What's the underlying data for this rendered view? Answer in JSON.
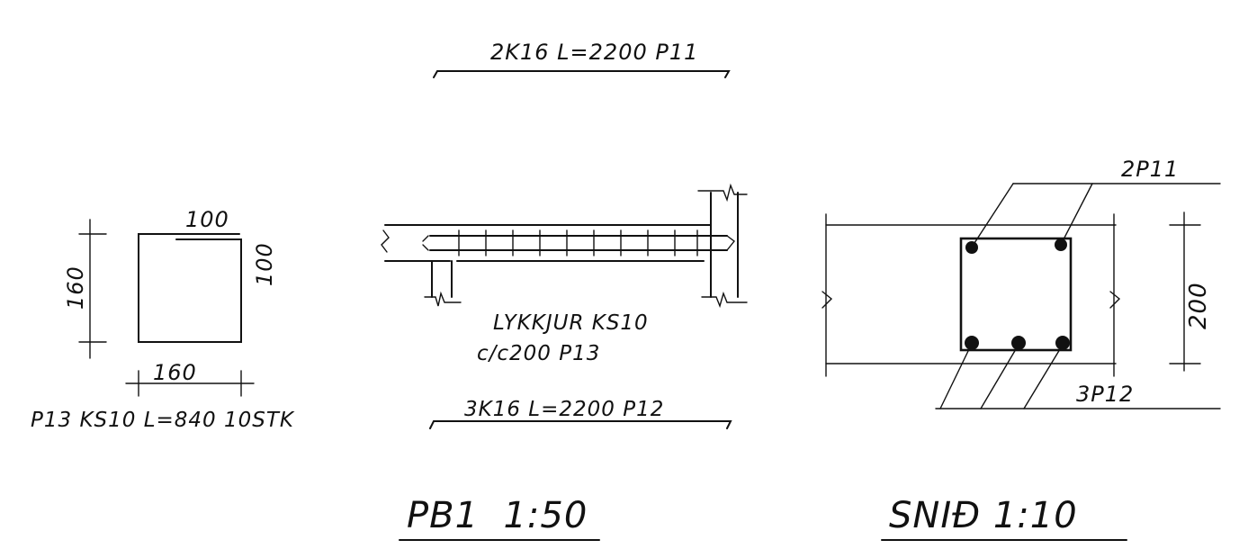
{
  "labels": {
    "top_bar": "2K16 L=2200 P11",
    "bottom_bar": "3K16 L=2200 P12",
    "stirrup_spec": "P13 KS10 L=840 10STK",
    "stirrups_line1": "LYKKJUR KS10",
    "stirrups_line2": "c/c200 P13",
    "stirrup_width_top": "100",
    "stirrup_side_right": "100",
    "stirrup_height": "160",
    "stirrup_width_bottom": "160",
    "section_top_bars": "2P11",
    "section_bottom_bars": "3P12",
    "section_height": "200",
    "title_beam": "PB1  1:50",
    "title_section": "SNIÐ 1:10"
  },
  "colors": {
    "ink": "#111111",
    "paper": "#ffffff"
  }
}
